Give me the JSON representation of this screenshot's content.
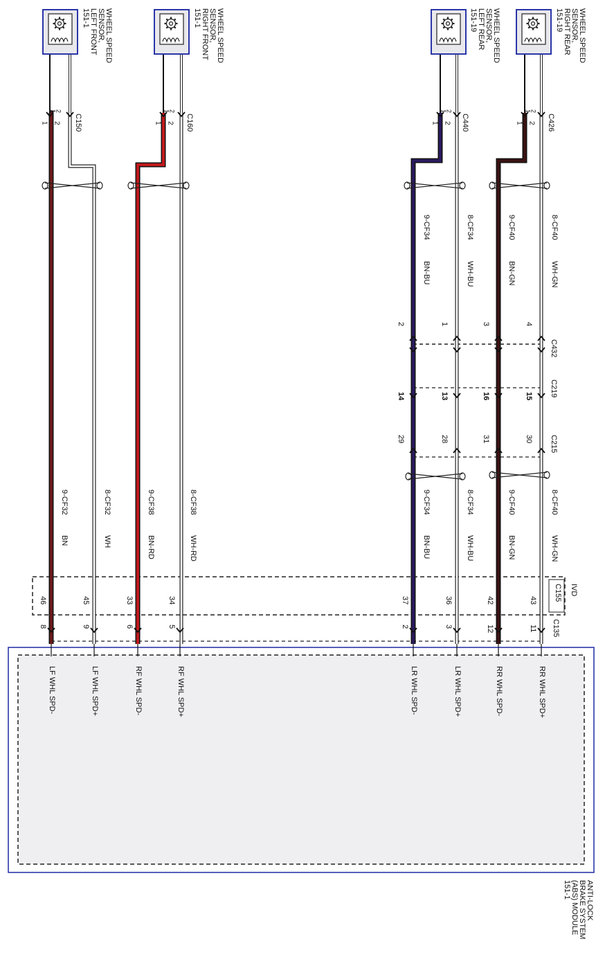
{
  "sensors": [
    {
      "id": "lf",
      "lines": [
        "WHEEL SPEED",
        "SENSOR,",
        "LEFT FRONT",
        "151-1"
      ]
    },
    {
      "id": "rf",
      "lines": [
        "WHEEL SPEED",
        "SENSOR,",
        "RIGHT FRONT",
        "151-1"
      ]
    },
    {
      "id": "lr",
      "lines": [
        "WHEEL SPEED",
        "SENSOR,",
        "LEFT REAR",
        "151-19"
      ]
    },
    {
      "id": "rr",
      "lines": [
        "WHEEL SPEED",
        "SENSOR,",
        "RIGHT REAR",
        "151-19"
      ]
    }
  ],
  "connectors": {
    "c150": "C150",
    "c160": "C160",
    "c440": "C440",
    "c426": "C426",
    "c432": "C432",
    "c219": "C219",
    "c215": "C215",
    "c155": "C155",
    "c135": "C135",
    "ivd": "IVD"
  },
  "sensor_pins": {
    "one": "1",
    "two": "2"
  },
  "circuits": [
    {
      "id": "lfm",
      "top": null,
      "bottom": {
        "circuit": "9-CF32",
        "color": "BN"
      },
      "c432": null,
      "c219": null,
      "c215": null,
      "c155": "46",
      "c135": "8",
      "signal": "LF WHL SPD-",
      "wire_color": "#6b1a1a"
    },
    {
      "id": "lfp",
      "top": null,
      "bottom": {
        "circuit": "8-CF32",
        "color": "WH"
      },
      "c432": null,
      "c219": null,
      "c215": null,
      "c155": "45",
      "c135": "9",
      "signal": "LF WHL SPD+",
      "wire_color": "#ffffff"
    },
    {
      "id": "rfm",
      "top": null,
      "bottom": {
        "circuit": "9-CF38",
        "color": "BN-RD"
      },
      "c432": null,
      "c219": null,
      "c215": null,
      "c155": "33",
      "c135": "6",
      "signal": "RF WHL SPD-",
      "wire_color": "#c0191c"
    },
    {
      "id": "rfp",
      "top": null,
      "bottom": {
        "circuit": "8-CF38",
        "color": "WH-RD"
      },
      "c432": null,
      "c219": null,
      "c215": null,
      "c155": "34",
      "c135": "5",
      "signal": "RF WHL SPD+",
      "wire_color": "#ffffff"
    },
    {
      "id": "lrm",
      "top": {
        "circuit": "9-CF34",
        "color": "BN-BU"
      },
      "bottom": {
        "circuit": "9-CF34",
        "color": "BN-BU"
      },
      "c432": "2",
      "c219": "14",
      "c215": "29",
      "c155": "37",
      "c135": "2",
      "signal": "LR WHL SPD-",
      "wire_color": "#2a1a5e"
    },
    {
      "id": "lrp",
      "top": {
        "circuit": "8-CF34",
        "color": "WH-BU"
      },
      "bottom": {
        "circuit": "8-CF34",
        "color": "WH-BU"
      },
      "c432": "1",
      "c219": "13",
      "c215": "28",
      "c155": "36",
      "c135": "3",
      "signal": "LR WHL SPD+",
      "wire_color": "#ffffff"
    },
    {
      "id": "rrm",
      "top": {
        "circuit": "9-CF40",
        "color": "BN-GN"
      },
      "bottom": {
        "circuit": "9-CF40",
        "color": "BN-GN"
      },
      "c432": "3",
      "c219": "16",
      "c215": "31",
      "c155": "42",
      "c135": "12",
      "signal": "RR WHL SPD-",
      "wire_color": "#3a1212"
    },
    {
      "id": "rrp",
      "top": {
        "circuit": "8-CF40",
        "color": "WH-GN"
      },
      "bottom": {
        "circuit": "8-CF40",
        "color": "WH-GN"
      },
      "c432": "4",
      "c219": "15",
      "c215": "30",
      "c155": "43",
      "c135": "11",
      "signal": "RR WHL SPD+",
      "wire_color": "#ffffff"
    }
  ],
  "module": {
    "lines": [
      "ANTI-LOCK",
      "BRAKE SYSTEM",
      "(ABS) MODULE",
      "151-1"
    ]
  }
}
